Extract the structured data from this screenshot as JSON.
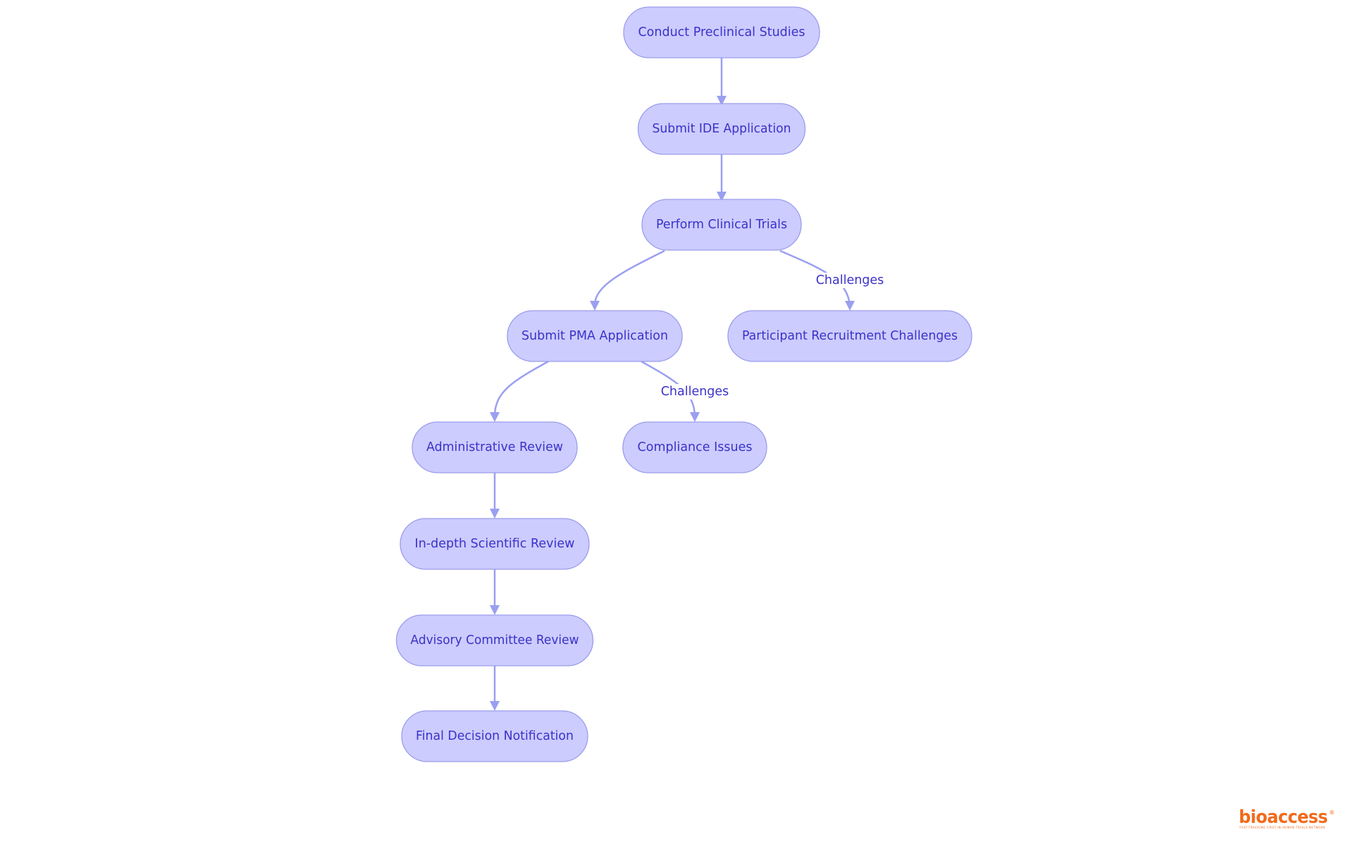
{
  "diagram": {
    "type": "flowchart",
    "nodes": [
      {
        "id": "preclinical",
        "label": "Conduct Preclinical Studies"
      },
      {
        "id": "ide",
        "label": "Submit IDE Application"
      },
      {
        "id": "trials",
        "label": "Perform Clinical Trials"
      },
      {
        "id": "pma",
        "label": "Submit PMA Application"
      },
      {
        "id": "recruitment",
        "label": "Participant Recruitment Challenges"
      },
      {
        "id": "admin",
        "label": "Administrative Review"
      },
      {
        "id": "compliance",
        "label": "Compliance Issues"
      },
      {
        "id": "scientific",
        "label": "In-depth Scientific Review"
      },
      {
        "id": "advisory",
        "label": "Advisory Committee Review"
      },
      {
        "id": "final",
        "label": "Final Decision Notification"
      }
    ],
    "edges": [
      {
        "from": "preclinical",
        "to": "ide",
        "label": ""
      },
      {
        "from": "ide",
        "to": "trials",
        "label": ""
      },
      {
        "from": "trials",
        "to": "pma",
        "label": ""
      },
      {
        "from": "trials",
        "to": "recruitment",
        "label": "Challenges"
      },
      {
        "from": "pma",
        "to": "admin",
        "label": ""
      },
      {
        "from": "pma",
        "to": "compliance",
        "label": "Challenges"
      },
      {
        "from": "admin",
        "to": "scientific",
        "label": ""
      },
      {
        "from": "scientific",
        "to": "advisory",
        "label": ""
      },
      {
        "from": "advisory",
        "to": "final",
        "label": ""
      }
    ]
  },
  "branding": {
    "logo_text": "bioaccess",
    "logo_registered": "®",
    "logo_tagline": "FAST-TRACKING FIRST-IN-HUMAN TRIALS NETWORK",
    "logo_color": "#f26a1b"
  },
  "colors": {
    "node_fill": "#ccccff",
    "node_stroke": "#9c9cec",
    "node_text": "#3b32c8",
    "edge": "#9a9ff0"
  }
}
